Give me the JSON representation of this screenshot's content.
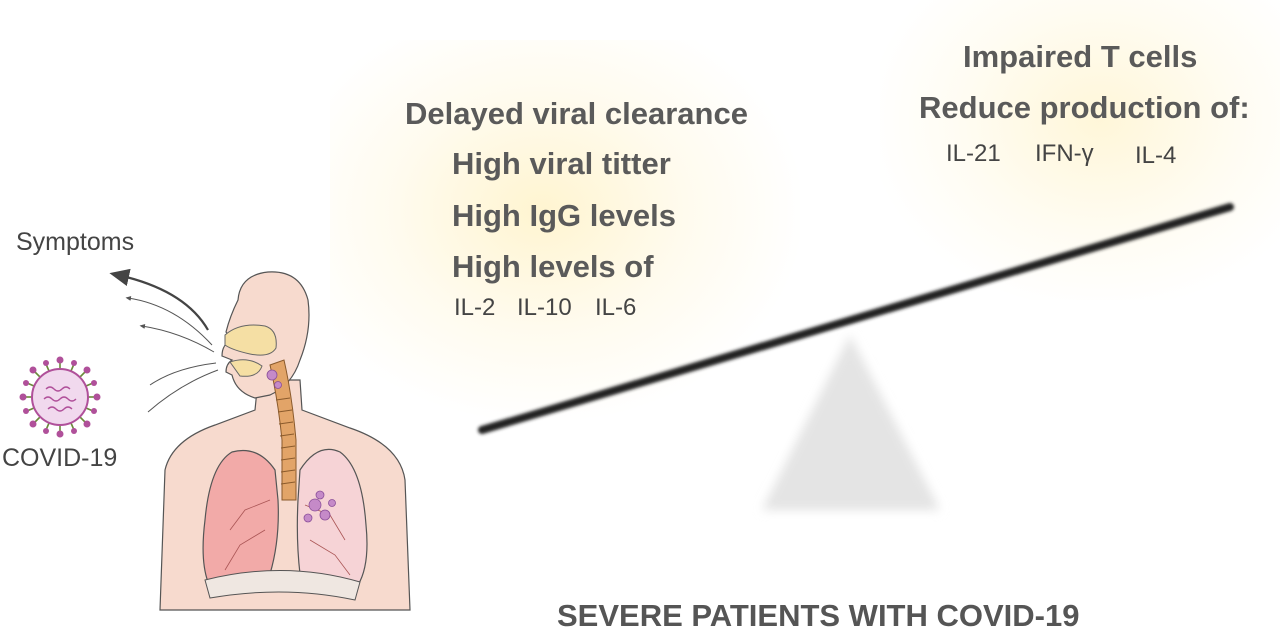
{
  "labels": {
    "symptoms": "Symptoms",
    "covid": "COVID-19",
    "bottom_title": "SEVERE PATIENTS WITH COVID-19"
  },
  "left_panel": {
    "lines": [
      "Delayed viral clearance",
      "High viral titter",
      "High IgG levels",
      "High levels of"
    ],
    "cytokines": [
      "IL-2",
      "IL-10",
      "IL-6"
    ]
  },
  "right_panel": {
    "lines": [
      "Impaired T cells",
      "Reduce production of:"
    ],
    "cytokines": [
      "IL-21",
      "IFN-γ",
      "IL-4"
    ]
  },
  "colors": {
    "text": "#555555",
    "glow": "#ffecaa",
    "skin": "#f7d8cc",
    "lung": "#f0a9a9",
    "virus": "#b0509a",
    "beam": "#222222",
    "fulcrum": "#e6e6e6"
  }
}
